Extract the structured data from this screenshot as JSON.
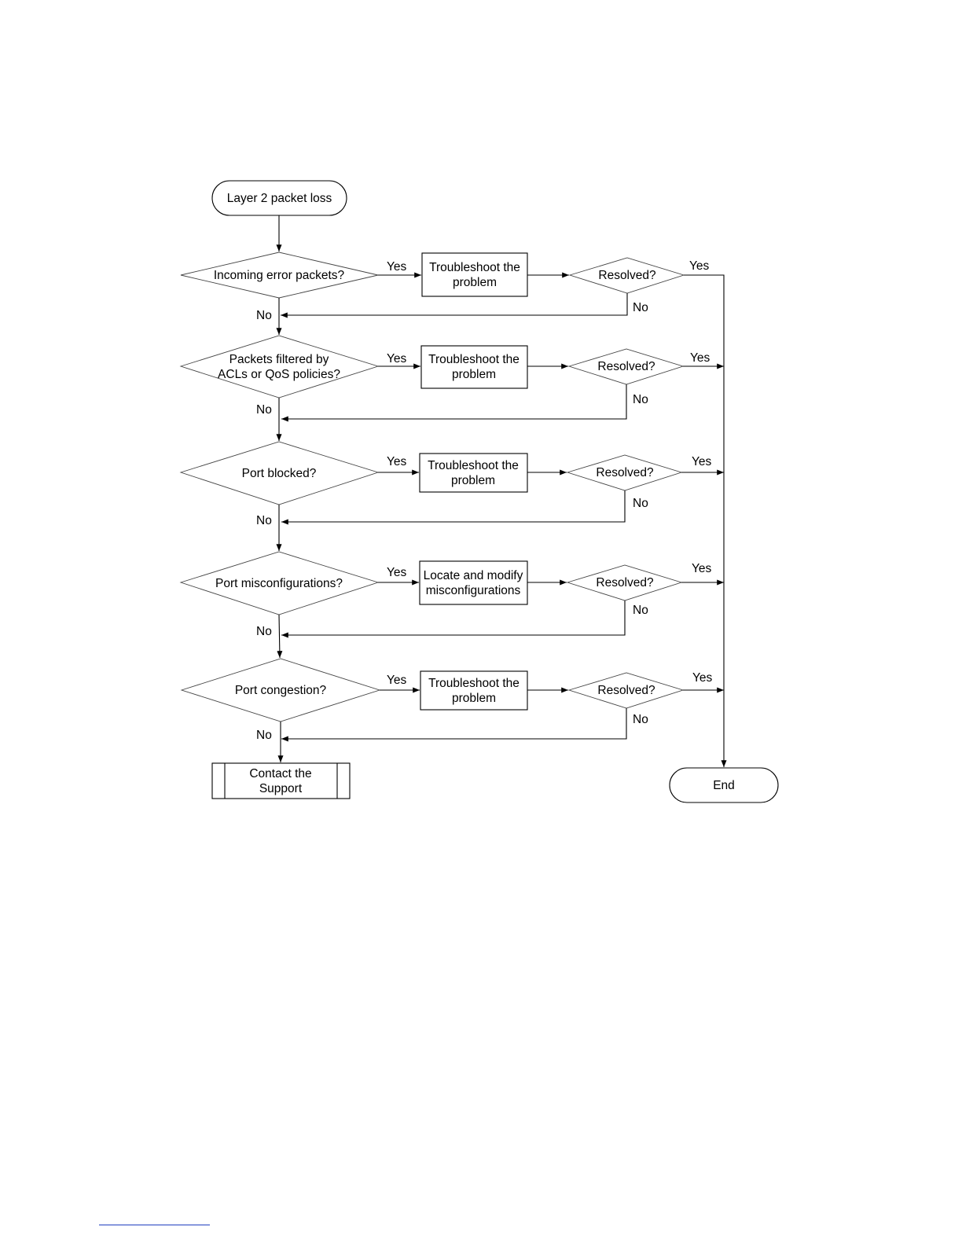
{
  "flowchart": {
    "start": "Layer 2 packet loss",
    "end": "End",
    "final_action": [
      "Contact the",
      "Support"
    ],
    "branch_yes": "Yes",
    "branch_no": "No",
    "steps": [
      {
        "question": [
          "Incoming error packets?"
        ],
        "action": [
          "Troubleshoot the",
          "problem"
        ],
        "check": "Resolved?"
      },
      {
        "question": [
          "Packets filtered by",
          "ACLs or QoS policies?"
        ],
        "action": [
          "Troubleshoot the",
          "problem"
        ],
        "check": "Resolved?"
      },
      {
        "question": [
          "Port blocked?"
        ],
        "action": [
          "Troubleshoot the",
          "problem"
        ],
        "check": "Resolved?"
      },
      {
        "question": [
          "Port misconfigurations?"
        ],
        "action": [
          "Locate and modify",
          "misconfigurations"
        ],
        "check": "Resolved?"
      },
      {
        "question": [
          "Port congestion?"
        ],
        "action": [
          "Troubleshoot the",
          "problem"
        ],
        "check": "Resolved?"
      }
    ]
  }
}
